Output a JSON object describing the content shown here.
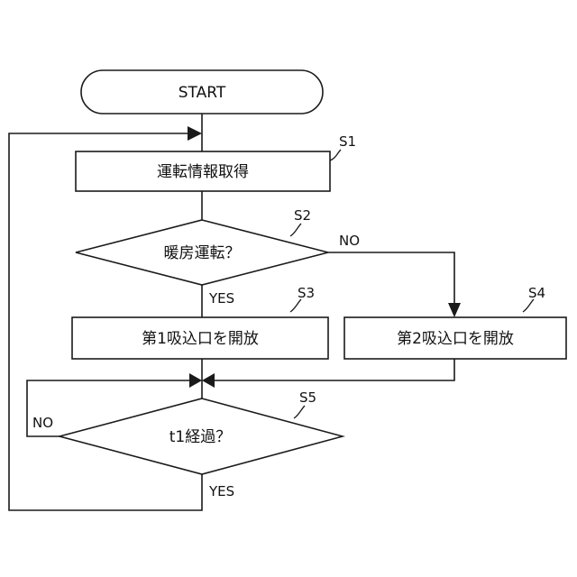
{
  "nodes": {
    "start": "START",
    "s1": "運転情報取得",
    "s2": "暖房運転？",
    "s3": "第1吸込口を開放",
    "s4": "第2吸込口を開放",
    "s5": "t1経過？"
  },
  "step_labels": {
    "s1": "S1",
    "s2": "S2",
    "s3": "S3",
    "s4": "S4",
    "s5": "S5"
  },
  "branches": {
    "s2_no": "NO",
    "s2_yes": "YES",
    "s5_no": "NO",
    "s5_yes": "YES"
  }
}
